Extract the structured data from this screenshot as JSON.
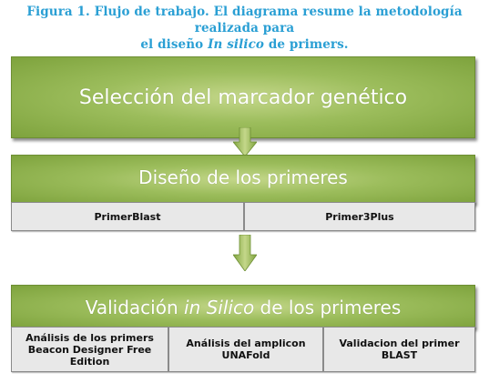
{
  "caption": {
    "line1": "Figura 1. Flujo de trabajo. El diagrama resume la metodología realizada para",
    "line2_pre": "el diseño ",
    "line2_em": "In silico",
    "line2_post": " de primers."
  },
  "steps": {
    "step1": "Selección del marcador genético",
    "step2": "Diseño de los primeres",
    "step3_pre": "Validación ",
    "step3_em": "in Silico",
    "step3_post": " de los primeres"
  },
  "tools": {
    "primerblast": "PrimerBlast",
    "primer3plus": "Primer3Plus",
    "beacon_l1": "Análisis de los primers",
    "beacon_l2": "Beacon Designer Free",
    "beacon_l3": "Edition",
    "unafold_l1": "Análisis del amplicon",
    "unafold_l2": "UNAFold",
    "blast_l1": "Validacion del primer",
    "blast_l2": "BLAST"
  },
  "colors": {
    "caption": "#2a9fd4",
    "box_green": "#9cbd5c",
    "tool_gray": "#e8e8e8"
  }
}
